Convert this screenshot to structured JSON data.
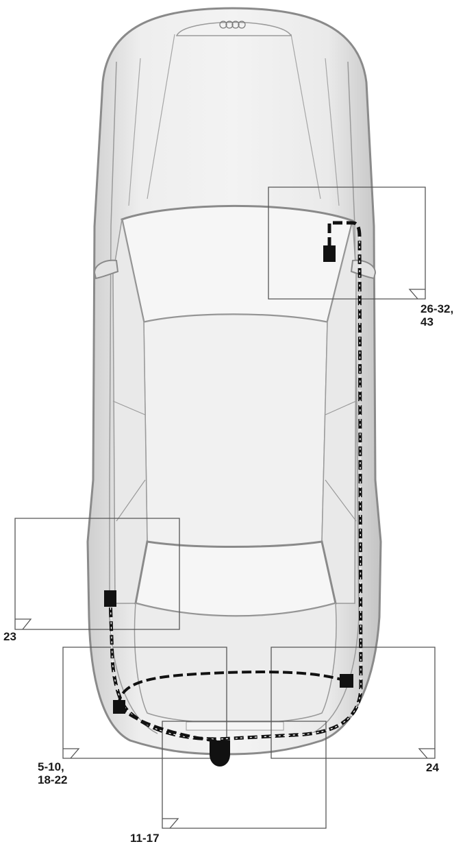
{
  "callouts": {
    "c1": {
      "line1": "26-32,",
      "line2": "43"
    },
    "c2": {
      "line1": "23"
    },
    "c3": {
      "line1": "5-10,",
      "line2": "18-22"
    },
    "c4": {
      "line1": "24"
    },
    "c5": {
      "line1": "11-17"
    }
  },
  "colors": {
    "body_fill": "#e6e6e6",
    "body_stroke": "#8a8a8a",
    "glass_fill": "#f4f4f4",
    "harness": "#111111",
    "frame": "#555555"
  }
}
